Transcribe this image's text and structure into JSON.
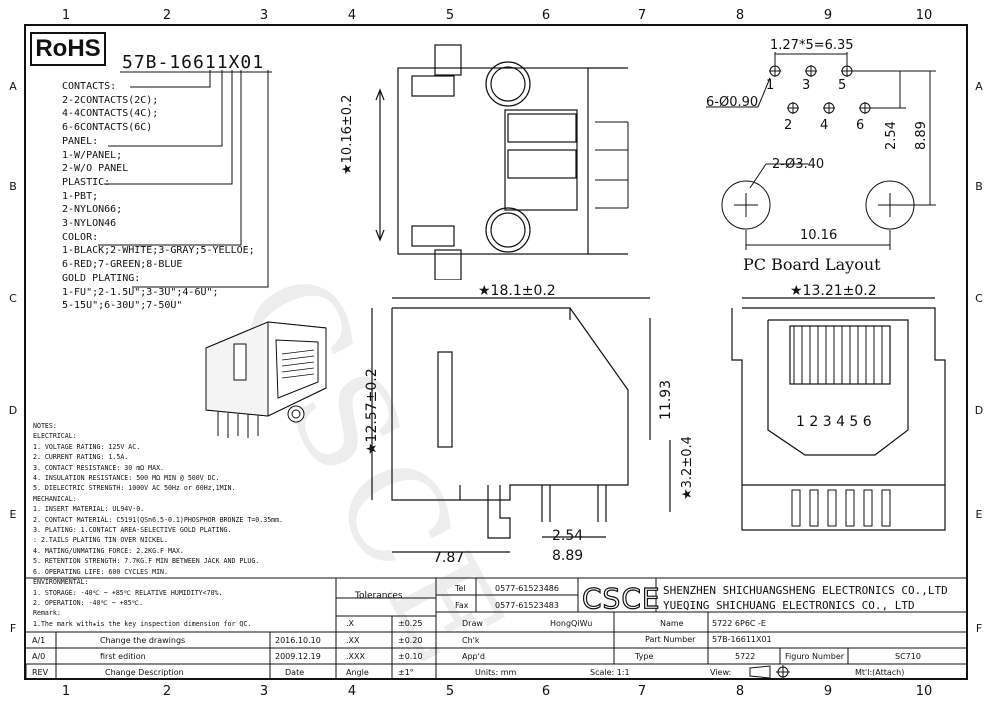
{
  "zones": {
    "columns": [
      "1",
      "2",
      "3",
      "4",
      "5",
      "6",
      "7",
      "8",
      "9",
      "10"
    ],
    "rows": [
      "A",
      "B",
      "C",
      "D",
      "E",
      "F"
    ]
  },
  "header": {
    "rohs": "RoHS",
    "part_number": "57B-16611X01"
  },
  "spec_lines": [
    "CONTACTS:",
    "2-2CONTACTS(2C);",
    "4-4CONTACTS(4C);",
    "6-6CONTACTS(6C)",
    "PANEL:",
    "1-W/PANEL;",
    "2-W/O PANEL",
    "PLASTIC:",
    "1-PBT;",
    "2-NYLON66;",
    "3-NYLON46",
    "COLOR:",
    "1-BLACK;2-WHITE;3-GRAY;5-YELLOE;",
    "6-RED;7-GREEN;8-BLUE",
    "GOLD PLATING:",
    "1-FU\";2-1.5U\";3-3U\";4-6U\";",
    "5-15U\";6-30U\";7-50U\""
  ],
  "notes": [
    "NOTES:",
    "ELECTRICAL:",
    "1. VOLTAGE RATING: 125V AC.",
    "2. CURRENT RATING: 1.5A.",
    "3. CONTACT RESISTANCE: 30 mΩ MAX.",
    "4. INSULATION RESISTANCE: 500 MΩ MIN @ 500V DC.",
    "5. DIELECTRIC STRENGTH: 1000V AC 50Hz or 60Hz,1MIN.",
    "MECHANICAL:",
    "1. INSERT MATERIAL: UL94V-0.",
    "2. CONTACT MATERIAL: C5191(QSn6.5-0.1)PHOSPHOR BRONZE T=0.35mm.",
    "3. PLATING: 1.CONTACT AREA-SELECTIVE GOLD PLATING.",
    "           : 2.TAILS PLATING TIN OVER NICKEL.",
    "4. MATING/UNMATING FORCE: 2.2KG.F MAX.",
    "5. RETENTION STRENGTH: 7.7KG.F MIN BETWEEN JACK AND PLUG.",
    "6. OPERATING LIFE: 600 CYCLES MIN.",
    "ENVIRONMENTAL:",
    "1. STORAGE: -40℃ ~ +85℃ RELATIVE HUMIDITY<70%.",
    "2. OPERATION: -40℃ ~ +85℃.",
    "Remark:",
    "1.The mark with★is the key inspection dimension for QC."
  ],
  "dims": {
    "top_height": "★10.16±0.2",
    "pitch": "1.27*5=6.35",
    "small_holes": "6-Ø0.90",
    "large_holes": "2-Ø3.40",
    "row_offset": "2.54",
    "hole_span": "8.89",
    "hole_spacing": "10.16",
    "pcb_label": "PC Board Layout",
    "side_length": "★18.1±0.2",
    "side_height": "★12.57±0.2",
    "side_body": "11.93",
    "side_pin": "★3.2±0.4",
    "side_pitch": "2.54",
    "side_span": "8.89",
    "side_front": "7.87",
    "front_width": "★13.21±0.2",
    "pin_numbers": "1 2 3 4 5 6",
    "hole_labels": [
      "1",
      "3",
      "5",
      "2",
      "4",
      "6"
    ]
  },
  "title_block": {
    "tolerances": "Tolerances",
    "tel_label": "Tel",
    "tel": "0577-61523486",
    "fax_label": "Fax",
    "fax": "0577-61523483",
    "logo": "CSCE",
    "company_1": "SHENZHEN SHICHUANGSHENG ELECTRONICS CO.,LTD",
    "company_2": "YUEQING SHICHUANG ELECTRONICS CO., LTD",
    "tol_rows": [
      {
        "k": ".X",
        "v": "±0.25"
      },
      {
        "k": ".XX",
        "v": "±0.20"
      },
      {
        "k": ".XXX",
        "v": "±0.10"
      },
      {
        "k": "Angle",
        "v": "±1°"
      }
    ],
    "draw_label": "Draw",
    "draw_value": "HongQiWu",
    "chk_label": "Ch'k",
    "appd_label": "App'd",
    "name_label": "Name",
    "name_value": "5722 6P6C -E",
    "part_label": "Part Number",
    "part_value": "57B-16611X01",
    "type_label": "Type",
    "type_value": "5722",
    "figure_label": "Figuro Number",
    "figure_value": "SC710",
    "units": "Units: mm",
    "scale": "Scale: 1:1",
    "view": "View:",
    "mtl": "Mt'l:(Attach)",
    "revisions": [
      {
        "rev": "A/1",
        "desc": "Change the drawings",
        "date": "2016.10.10"
      },
      {
        "rev": "A/0",
        "desc": "first edition",
        "date": "2009.12.19"
      }
    ],
    "rev_header": {
      "rev": "REV",
      "desc": "Change Description",
      "date": "Date"
    }
  },
  "watermark": "CSCE"
}
